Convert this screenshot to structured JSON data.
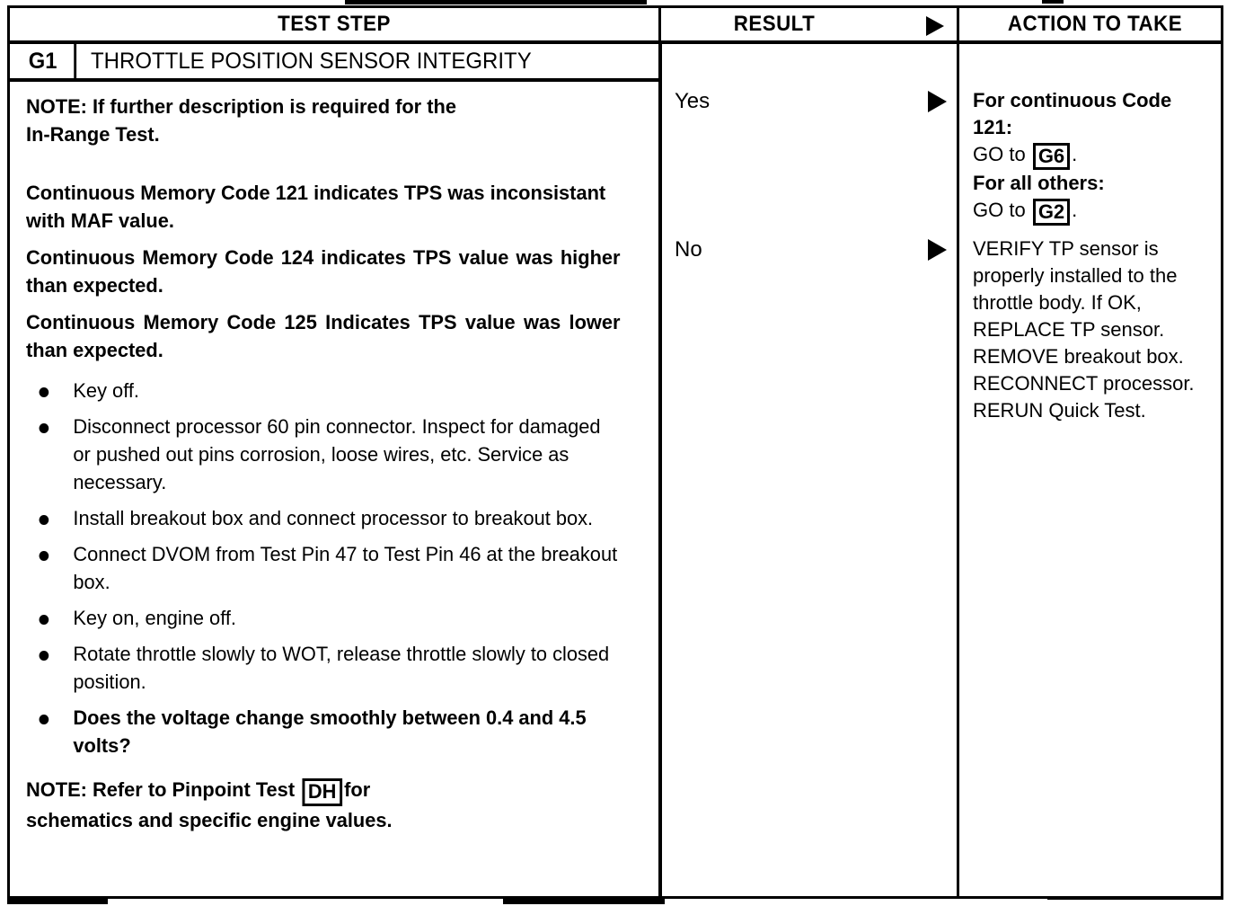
{
  "document": {
    "type": "pinpoint-test-table",
    "headers": {
      "test_step": "TEST STEP",
      "result": "RESULT",
      "action": "ACTION TO TAKE",
      "arrow_icon": "right-triangle-icon"
    }
  },
  "step": {
    "id": "G1",
    "title": "THROTTLE POSITION SENSOR INTEGRITY",
    "note_top_line1": "NOTE: If further description is required for the",
    "note_top_line2": "In-Range Test.",
    "paragraphs": [
      "Continuous Memory Code 121 indicates TPS was inconsistant with MAF value.",
      "Continuous Memory Code 124 indicates TPS value was higher than expected.",
      "Continuous Memory Code 125 Indicates TPS value was lower than expected."
    ],
    "bullets": [
      {
        "text": "Key off.",
        "bold": false
      },
      {
        "text": "Disconnect processor 60 pin connector. Inspect for damaged or pushed out pins corrosion, loose wires, etc. Service as necessary.",
        "bold": false
      },
      {
        "text": "Install breakout box and connect processor to breakout box.",
        "bold": false
      },
      {
        "text": "Connect DVOM from Test Pin 47 to Test Pin 46 at the breakout box.",
        "bold": false
      },
      {
        "text": "Key on, engine off.",
        "bold": false
      },
      {
        "text": "Rotate throttle slowly to WOT, release throttle slowly to closed position.",
        "bold": false
      },
      {
        "text": "Does the voltage change smoothly between 0.4 and 4.5 volts?",
        "bold": true
      }
    ],
    "note_bottom_pre": "NOTE: Refer to Pinpoint Test",
    "note_bottom_ref": "DH",
    "note_bottom_post": "for",
    "note_bottom_line2": "schematics and specific engine values."
  },
  "results": [
    {
      "label": "Yes"
    },
    {
      "label": "No"
    }
  ],
  "actions": {
    "yes": {
      "line1": "For continuous Code",
      "line2": "121:",
      "line3_pre": "GO to",
      "line3_ref": "G6",
      "line3_post": ".",
      "line4": "For all others:",
      "line5_pre": "GO to",
      "line5_ref": "G2",
      "line5_post": "."
    },
    "no": {
      "text": "VERIFY TP sensor is properly installed to the throttle body. If OK, REPLACE TP sensor. REMOVE breakout box. RECONNECT processor. RERUN Quick Test."
    }
  },
  "colors": {
    "ink": "#000000",
    "paper": "#ffffff"
  }
}
